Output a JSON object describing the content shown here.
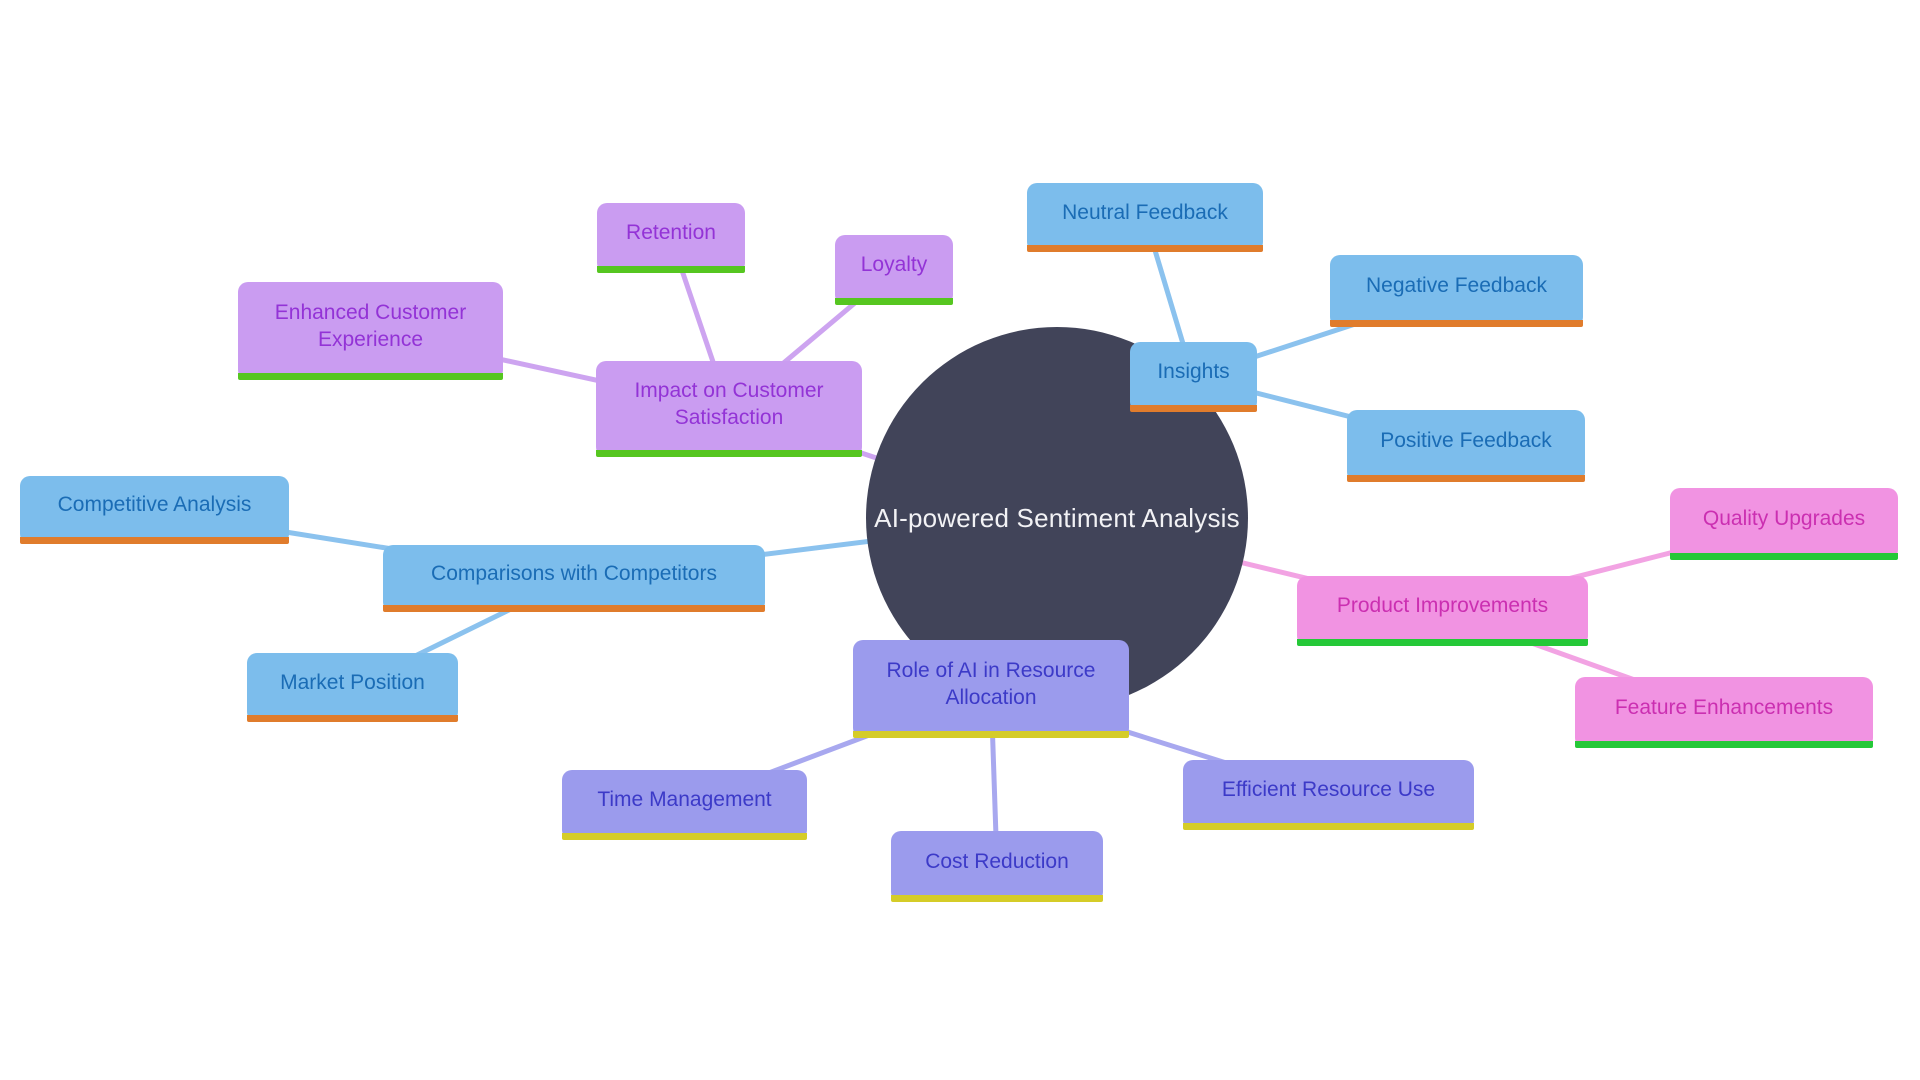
{
  "diagram_type": "mindmap",
  "nodes": {
    "center": "AI-powered Sentiment Analysis",
    "insights": "Insights",
    "neutral_feedback": "Neutral Feedback",
    "negative_feedback": "Negative Feedback",
    "positive_feedback": "Positive Feedback",
    "impact_on_customer_satisfaction": "Impact on Customer Satisfaction",
    "retention": "Retention",
    "loyalty": "Loyalty",
    "enhanced_customer_experience": "Enhanced Customer Experience",
    "comparisons_with_competitors": "Comparisons with Competitors",
    "competitive_analysis": "Competitive Analysis",
    "market_position": "Market Position",
    "product_improvements": "Product Improvements",
    "quality_upgrades": "Quality Upgrades",
    "feature_enhancements": "Feature Enhancements",
    "role_of_ai_in_resource_allocation": "Role of AI in Resource Allocation",
    "time_management": "Time Management",
    "cost_reduction": "Cost Reduction",
    "efficient_resource_use": "Efficient Resource Use"
  },
  "hierarchy": {
    "Insights": [
      "Neutral Feedback",
      "Negative Feedback",
      "Positive Feedback"
    ],
    "Impact on Customer Satisfaction": [
      "Retention",
      "Loyalty",
      "Enhanced Customer Experience"
    ],
    "Comparisons with Competitors": [
      "Competitive Analysis",
      "Market Position"
    ],
    "Product Improvements": [
      "Quality Upgrades",
      "Feature Enhancements"
    ],
    "Role of AI in Resource Allocation": [
      "Time Management",
      "Cost Reduction",
      "Efficient Resource Use"
    ]
  },
  "colors": {
    "center": {
      "bg": "#414459",
      "text": "#f2f2f5"
    },
    "families": {
      "blue": {
        "bg": "#7cbdec",
        "text": "#1a6cb5",
        "underline": "#e07c2c",
        "line": "#8bc2ee"
      },
      "purple": {
        "bg": "#ca9cf1",
        "text": "#9333d6",
        "underline": "#56c620",
        "line": "#cda4f0"
      },
      "pink": {
        "bg": "#f193e2",
        "text": "#cb2fb1",
        "underline": "#25c838",
        "line": "#f2a3e3"
      },
      "peri": {
        "bg": "#9b9bed",
        "text": "#3c3ac8",
        "underline": "#d5cc28",
        "line": "#a8a8ef"
      }
    }
  }
}
